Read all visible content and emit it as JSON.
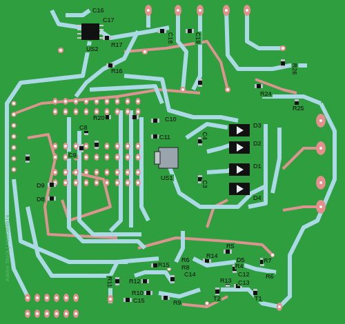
{
  "diagram": {
    "labels": [
      "C16",
      "C17",
      "US2",
      "R17",
      "R16",
      "C18",
      "C19",
      "R26",
      "R24",
      "R25",
      "R20",
      "C8",
      "C10",
      "C11",
      "C9",
      "C4",
      "D3",
      "D2",
      "D1",
      "D4",
      "US1",
      "C3",
      "D9",
      "D8",
      "R5",
      "R15",
      "R14",
      "R7",
      "D5",
      "R4",
      "R6",
      "R8",
      "C14",
      "R6",
      "C12",
      "R13",
      "C13",
      "R11",
      "R12",
      "R10",
      "C15",
      "R9",
      "T2",
      "T1",
      "Adobe Stock | #188384974"
    ]
  }
}
